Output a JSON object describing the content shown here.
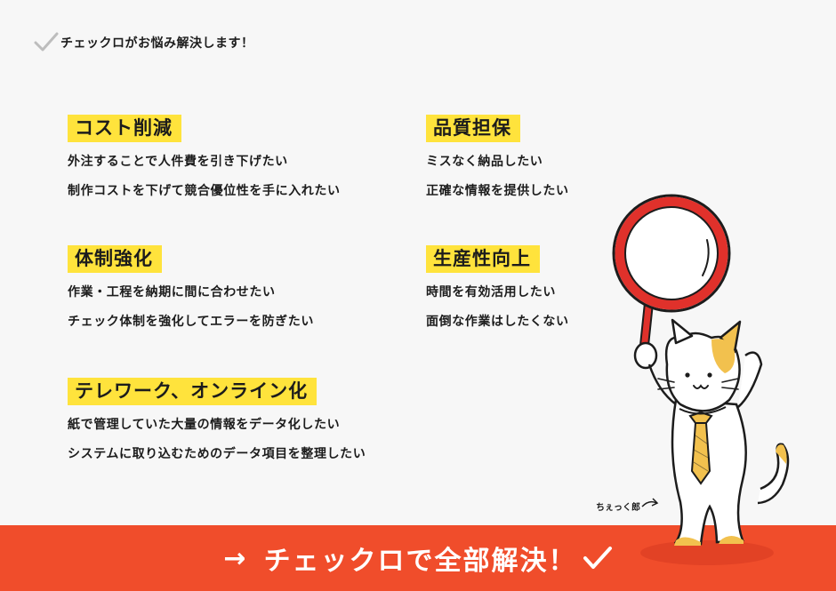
{
  "header": {
    "title": "チェックロがお悩み解決します！"
  },
  "sections": {
    "cost": {
      "title": "コスト削減",
      "items": [
        "外注することで人件費を引き下げたい",
        "制作コストを下げて競合優位性を手に入れたい"
      ]
    },
    "quality": {
      "title": "品質担保",
      "items": [
        "ミスなく納品したい",
        "正確な情報を提供したい"
      ]
    },
    "system": {
      "title": "体制強化",
      "items": [
        "作業・工程を納期に間に合わせたい",
        "チェック体制を強化してエラーを防ぎたい"
      ]
    },
    "productivity": {
      "title": "生産性向上",
      "items": [
        "時間を有効活用したい",
        "面倒な作業はしたくない"
      ]
    },
    "telework": {
      "title": "テレワーク、オンライン化",
      "items": [
        "紙で管理していた大量の情報をデータ化したい",
        "システムに取り込むためのデータ項目を整理したい"
      ]
    }
  },
  "footer": {
    "arrow": "→",
    "text": "チェックロで全部解決！"
  },
  "mascot": {
    "caption": "ちぇっく郎"
  },
  "colors": {
    "highlight": "#ffe33c",
    "footer_bg": "#f04d2b",
    "lens_red": "#e0312b",
    "cat_spot": "#f2c14e"
  }
}
